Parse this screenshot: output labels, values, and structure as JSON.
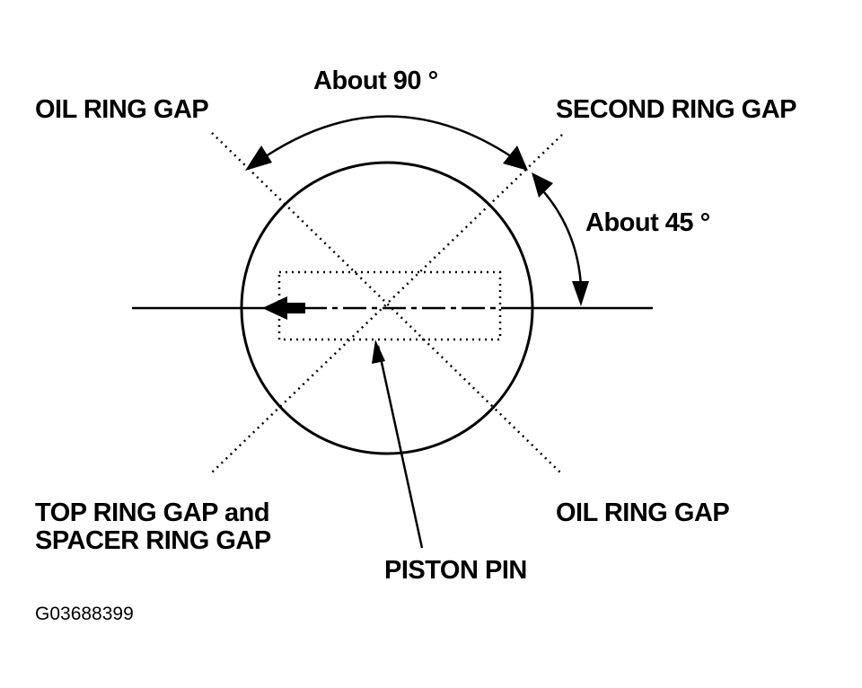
{
  "labels": {
    "about_90": "About 90 °",
    "oil_ring_gap_top": "OIL RING GAP",
    "second_ring_gap": "SECOND RING GAP",
    "about_45": "About 45 °",
    "top_ring_gap_line1": "TOP RING GAP and",
    "top_ring_gap_line2": "SPACER RING GAP",
    "oil_ring_gap_bottom": "OIL RING GAP",
    "piston_pin": "PISTON PIN"
  },
  "figure_code": "G03688399",
  "colors": {
    "ink": "#000000",
    "background": "#ffffff"
  }
}
